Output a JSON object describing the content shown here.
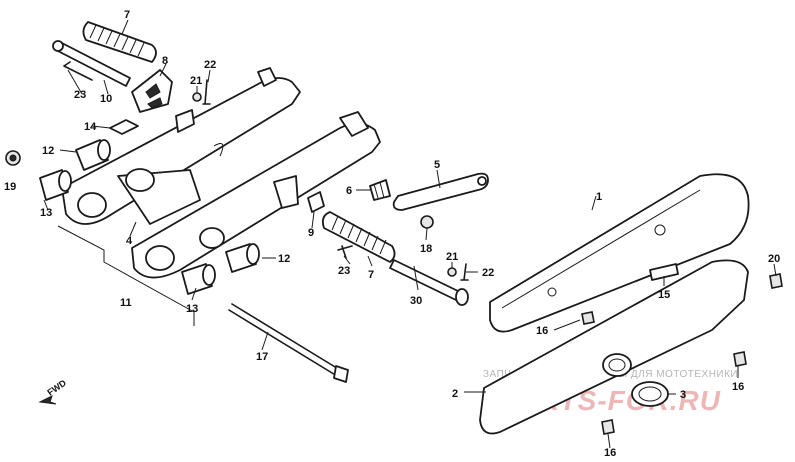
{
  "diagram": {
    "callouts": {
      "p1": "1",
      "p2": "2",
      "p3": "3",
      "p4": "4",
      "p5": "5",
      "p6": "6",
      "p7a": "7",
      "p7b": "7",
      "p8": "8",
      "p9": "9",
      "p10": "10",
      "p11": "11",
      "p12a": "12",
      "p12b": "12",
      "p13a": "13",
      "p13b": "13",
      "p14": "14",
      "p15": "15",
      "p16a": "16",
      "p16b": "16",
      "p16c": "16",
      "p17": "17",
      "p18": "18",
      "p19": "19",
      "p20": "20",
      "p21a": "21",
      "p21b": "21",
      "p22a": "22",
      "p22b": "22",
      "p23a": "23",
      "p23b": "23",
      "p30": "30"
    },
    "direction_marker": "FWD",
    "watermark": {
      "tagline": "ЗАПЧАСТИ И АКСЕССУАРЫ ДЛЯ МОТОТЕХНИКИ",
      "logo": "PARTS-FOR.RU"
    }
  }
}
